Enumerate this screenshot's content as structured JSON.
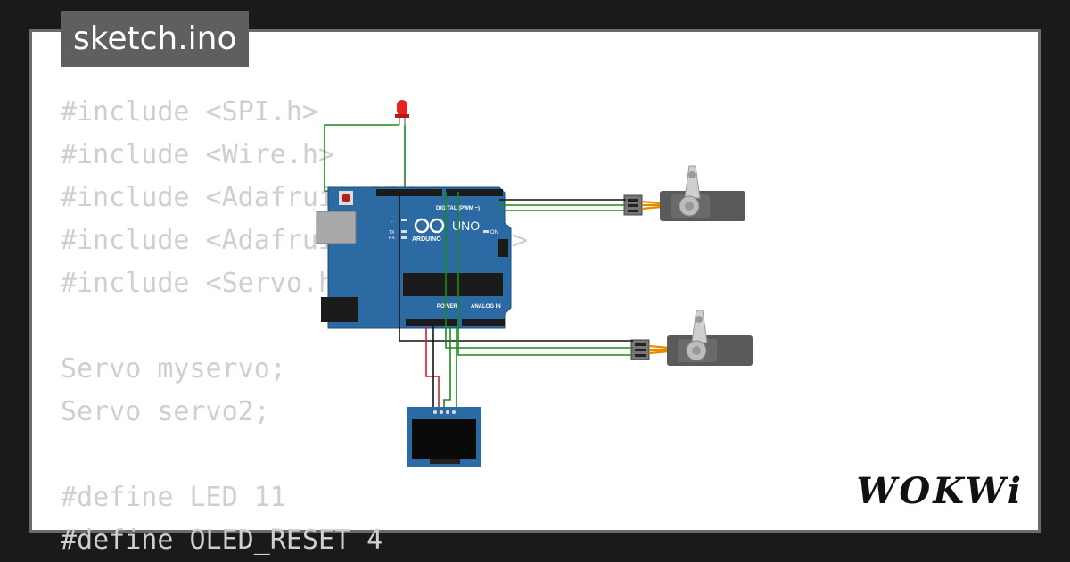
{
  "tab": {
    "filename": "sketch.ino"
  },
  "code_lines": [
    "#include <SPI.h>",
    "#include <Wire.h>",
    "#include <Adafruit_GFX.h>",
    "#include <Adafruit_SSD1306.h>",
    "#include <Servo.h>",
    "",
    "Servo myservo;",
    "Servo servo2;",
    "",
    "#define LED 11",
    "#define OLED_RESET 4"
  ],
  "arduino": {
    "brand": "ARDUINO",
    "model": "UNO",
    "digital_label": "DIGITAL (PWM ~)",
    "power_label": "POWER",
    "analog_label": "ANALOG IN",
    "on_label": "ON",
    "tx_label": "TX",
    "rx_label": "RX",
    "l_label": "L"
  },
  "brand": {
    "logo": "WOKWi"
  },
  "colors": {
    "background": "#1a1a1a",
    "frame": "#6b6b6b",
    "canvas": "#ffffff",
    "code_text": "#cfcfcf",
    "tab_bg": "#5f5f5f",
    "board": "#2b6aa3",
    "wire_green": "#1a8a1a",
    "wire_black": "#111111",
    "wire_red": "#d42020",
    "servo_body": "#5a5a5a",
    "led_red": "#e52222"
  }
}
